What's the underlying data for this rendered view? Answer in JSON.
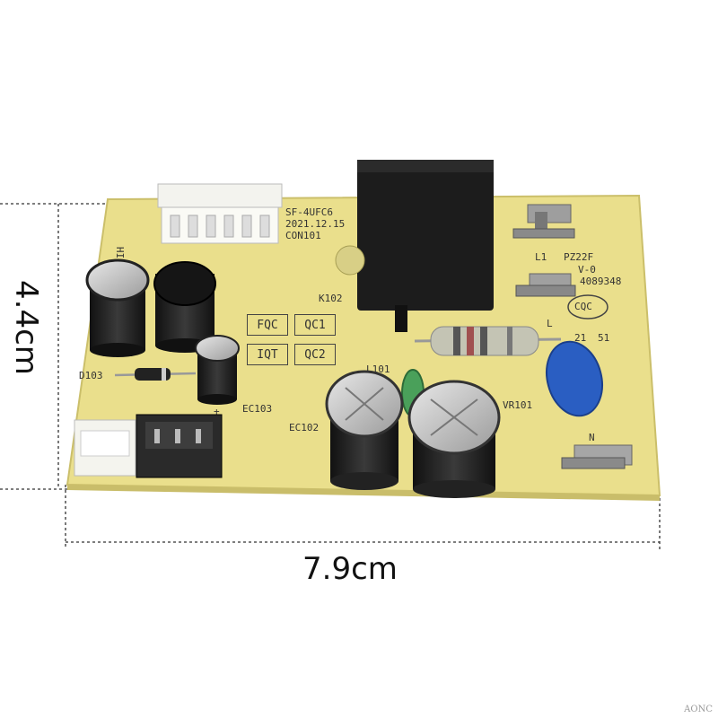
{
  "dimensions": {
    "height_label": "4.4cm",
    "width_label": "7.9cm"
  },
  "board": {
    "silkscreen": {
      "model": "SF-4UFC6",
      "date": "2021.12.15",
      "con101": "CON101",
      "k102": "K102",
      "l1": "L1",
      "pz22f": "PZ22F",
      "v0": "V-0",
      "part_no": "4089348",
      "l": "L",
      "l101": "L101",
      "vr101": "VR101",
      "ec102": "EC102",
      "ec103": "EC103",
      "d103": "D103",
      "n": "N",
      "hi": "HI",
      "num21": "21",
      "num51": "51",
      "plus": "+"
    },
    "cert_boxes": {
      "fqc": "FQC",
      "qc1": "QC1",
      "iqt": "IQT",
      "qc2": "QC2",
      "cqc": "CQC"
    }
  },
  "watermark": "AONC",
  "colors": {
    "board": "#eadf8c",
    "relay": "#1c1c1c",
    "capacitor": "#222222",
    "varistor": "#2a5ec2",
    "resistor": "#b9b9a8",
    "inductor": "#4aa05a",
    "terminal": "#a8a8a8",
    "connector": "#f2f2ec"
  }
}
